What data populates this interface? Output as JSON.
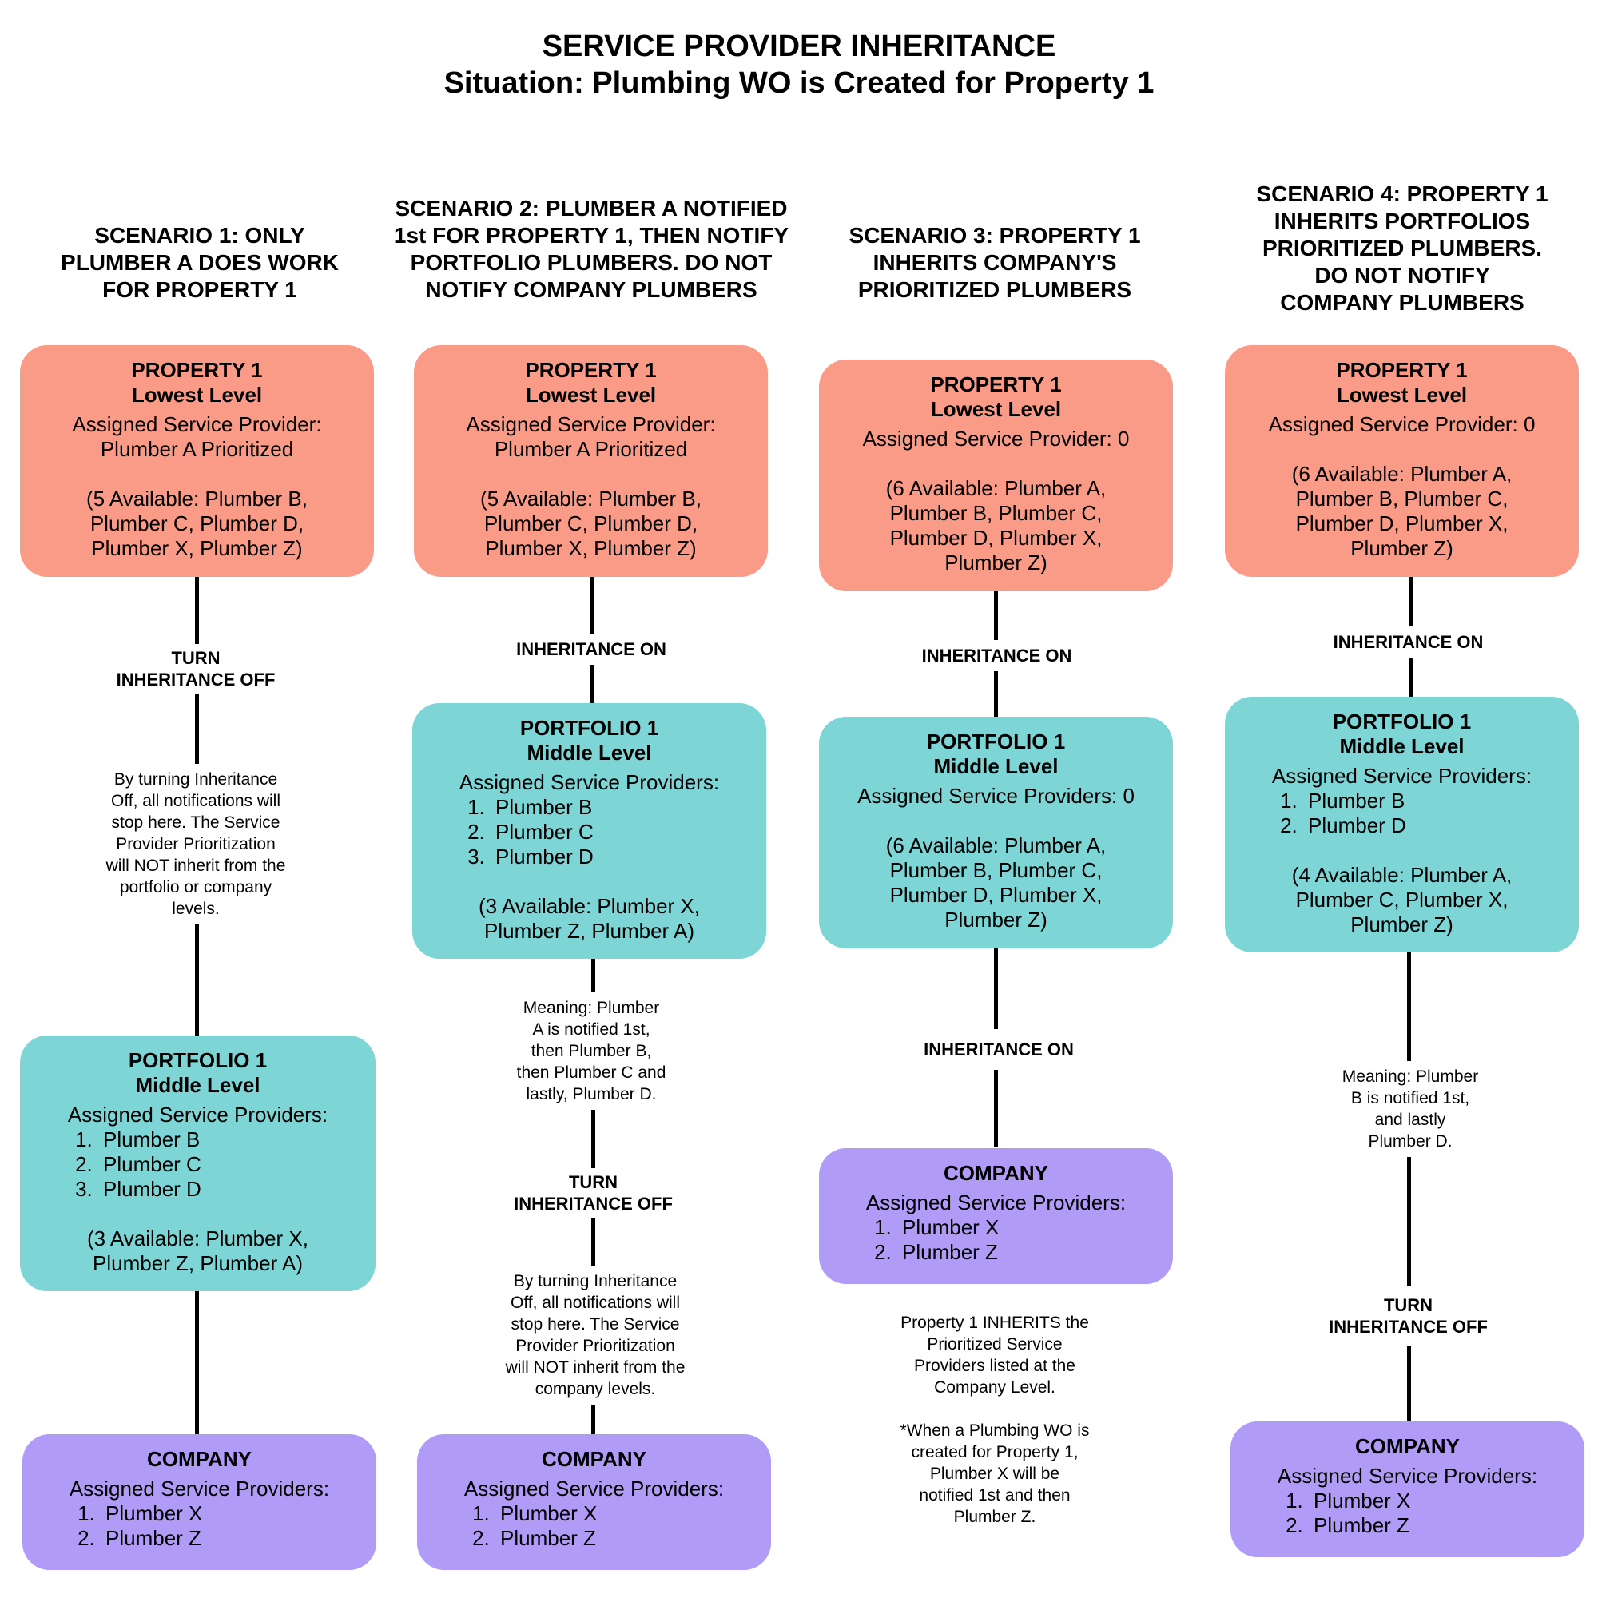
{
  "title": {
    "line1": "SERVICE PROVIDER INHERITANCE",
    "line2": "Situation: Plumbing WO is Created for Property 1"
  },
  "colors": {
    "property": "#fa9b88",
    "portfolio": "#7dd5d5",
    "company": "#b09cf6"
  },
  "scenarios": [
    {
      "heading": [
        "SCENARIO 1: ONLY",
        "PLUMBER A DOES WORK",
        "FOR PROPERTY 1"
      ],
      "property": {
        "name": "PROPERTY 1",
        "level": "Lowest Level",
        "label": [
          "Assigned Service Provider:",
          "Plumber A Prioritized"
        ],
        "available": [
          "(5 Available: Plumber B,",
          "Plumber C, Plumber D,",
          "Plumber X, Plumber Z)"
        ]
      },
      "edge1": [
        "TURN",
        "INHERITANCE OFF"
      ],
      "note1": [
        "By turning Inheritance",
        "Off, all notifications will",
        "stop here. The Service",
        "Provider Prioritization",
        "will NOT inherit from the",
        "portfolio or company",
        "levels."
      ],
      "portfolio": {
        "name": "PORTFOLIO 1",
        "level": "Middle Level",
        "label": [
          "Assigned Service Providers:"
        ],
        "list": [
          "Plumber B",
          "Plumber C",
          "Plumber D"
        ],
        "available": [
          "(3 Available: Plumber X,",
          "Plumber Z, Plumber A)"
        ]
      },
      "company": {
        "name": "COMPANY",
        "label": [
          "Assigned Service Providers:"
        ],
        "list": [
          "Plumber X",
          "Plumber Z"
        ]
      }
    },
    {
      "heading": [
        "SCENARIO 2: PLUMBER A NOTIFIED",
        "1st FOR PROPERTY 1, THEN NOTIFY",
        "PORTFOLIO PLUMBERS. DO NOT",
        "NOTIFY COMPANY PLUMBERS"
      ],
      "property": {
        "name": "PROPERTY 1",
        "level": "Lowest Level",
        "label": [
          "Assigned Service Provider:",
          "Plumber A Prioritized"
        ],
        "available": [
          "(5 Available: Plumber B,",
          "Plumber C, Plumber D,",
          "Plumber X, Plumber Z)"
        ]
      },
      "edge1": [
        "INHERITANCE ON"
      ],
      "portfolio": {
        "name": "PORTFOLIO 1",
        "level": "Middle Level",
        "label": [
          "Assigned Service Providers:"
        ],
        "list": [
          "Plumber B",
          "Plumber C",
          "Plumber D"
        ],
        "available": [
          "(3 Available: Plumber X,",
          "Plumber Z, Plumber A)"
        ]
      },
      "note1": [
        "Meaning: Plumber",
        "A is notified 1st,",
        "then Plumber B,",
        "then Plumber C and",
        "lastly, Plumber D."
      ],
      "edge2": [
        "TURN",
        "INHERITANCE OFF"
      ],
      "note2": [
        "By turning Inheritance",
        "Off, all notifications will",
        "stop here. The Service",
        "Provider Prioritization",
        "will NOT inherit from the",
        "company levels."
      ],
      "company": {
        "name": "COMPANY",
        "label": [
          "Assigned Service Providers:"
        ],
        "list": [
          "Plumber X",
          "Plumber Z"
        ]
      }
    },
    {
      "heading": [
        "SCENARIO 3: PROPERTY 1",
        "INHERITS COMPANY'S",
        "PRIORITIZED PLUMBERS"
      ],
      "property": {
        "name": "PROPERTY 1",
        "level": "Lowest Level",
        "label": [
          "Assigned Service Provider: 0"
        ],
        "available": [
          "(6 Available: Plumber A,",
          "Plumber B, Plumber C,",
          "Plumber D, Plumber X,",
          "Plumber Z)"
        ]
      },
      "edge1": [
        "INHERITANCE ON"
      ],
      "portfolio": {
        "name": "PORTFOLIO 1",
        "level": "Middle Level",
        "label": [
          "Assigned Service Providers: 0"
        ],
        "available": [
          "(6 Available: Plumber A,",
          "Plumber B, Plumber C,",
          "Plumber D, Plumber X,",
          "Plumber Z)"
        ]
      },
      "edge2": [
        "INHERITANCE ON"
      ],
      "company": {
        "name": "COMPANY",
        "label": [
          "Assigned Service Providers:"
        ],
        "list": [
          "Plumber X",
          "Plumber Z"
        ]
      },
      "note1": [
        "Property 1 INHERITS the",
        "Prioritized Service",
        "Providers listed at the",
        "Company Level.",
        "",
        "*When a Plumbing WO is",
        "created for Property 1,",
        "Plumber X will be",
        "notified 1st and then",
        "Plumber Z."
      ]
    },
    {
      "heading": [
        "SCENARIO 4: PROPERTY 1",
        "INHERITS PORTFOLIOS",
        "PRIORITIZED PLUMBERS.",
        "DO NOT NOTIFY",
        "COMPANY PLUMBERS"
      ],
      "property": {
        "name": "PROPERTY 1",
        "level": "Lowest Level",
        "label": [
          "Assigned Service Provider: 0"
        ],
        "available": [
          "(6 Available: Plumber A,",
          "Plumber B, Plumber C,",
          "Plumber D, Plumber X,",
          "Plumber Z)"
        ]
      },
      "edge1": [
        "INHERITANCE ON"
      ],
      "portfolio": {
        "name": "PORTFOLIO 1",
        "level": "Middle Level",
        "label": [
          "Assigned Service Providers:"
        ],
        "list": [
          "Plumber B",
          "Plumber D"
        ],
        "available": [
          "(4 Available: Plumber A,",
          "Plumber C, Plumber X,",
          "Plumber Z)"
        ]
      },
      "note1": [
        "Meaning: Plumber",
        "B is notified 1st,",
        "and lastly",
        "Plumber D."
      ],
      "edge2": [
        "TURN",
        "INHERITANCE OFF"
      ],
      "company": {
        "name": "COMPANY",
        "label": [
          "Assigned Service Providers:"
        ],
        "list": [
          "Plumber X",
          "Plumber Z"
        ]
      }
    }
  ]
}
